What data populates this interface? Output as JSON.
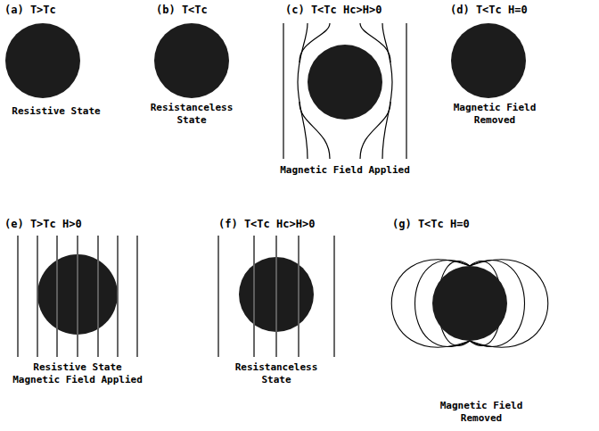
{
  "diagram": {
    "labels": [
      "(a) T>Tc",
      "Resistive State",
      "(b) T<Tc",
      "Resistanceless State",
      "(c) T<Tc Hc>H>0",
      "Magnetic Field Applied",
      "(d) T<Tc H=0",
      "Magnetic Field Removed",
      "(e) T>Tc H>0",
      "Resistive State Magnetic Field Applied",
      "(f) T<Tc Hc>H>0",
      "Resistanceless State",
      "(g) T<Tc H=0",
      "Magnetic Field Removed"
    ]
  }
}
